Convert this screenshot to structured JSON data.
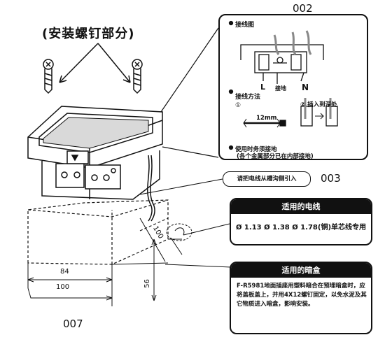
{
  "title": "(安装螺钉部分)",
  "labels": {
    "l002": "002",
    "l003": "003",
    "l007": "007"
  },
  "panel": {
    "wiring_title": "接线图",
    "l": "L",
    "ground": "接地",
    "n": "N",
    "method_title": "接线方法",
    "step1": "①",
    "step2": "② 插入到深处",
    "strip_length": "12mm",
    "note_line1": "使用时务须接地",
    "note_line2": "(各个金属部分已在内部接地)"
  },
  "cable_tip": "请把电线从槽沟侧引入",
  "wire_box": {
    "header": "适用的电线",
    "body": "Ø 1.13  Ø 1.38  Ø 1.78(铜)单芯线专用"
  },
  "junction_box": {
    "header": "适用的暗盒",
    "body": "F-R5981地面插座用塑料暗合在预埋暗盒时，应将盖板盖上，并用4X12螺钉固定，以免水泥及其它物质进入暗盒，影响安装。"
  },
  "dimensions": {
    "width_inner": "84",
    "width_outer": "100",
    "height": "56",
    "depth": "100"
  }
}
